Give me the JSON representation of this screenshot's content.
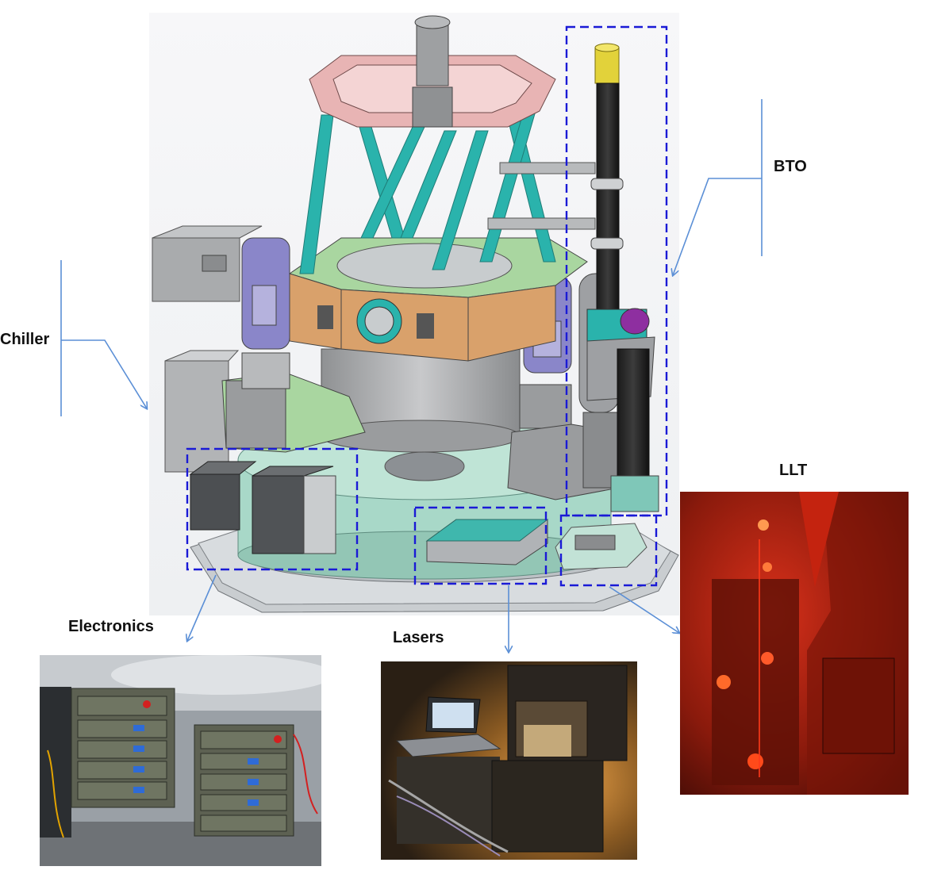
{
  "labels": {
    "chiller": "Chiller",
    "bto": "BTO",
    "llt": "LLT",
    "electronics": "Electronics",
    "lasers": "Lasers"
  },
  "colors": {
    "callout_line": "#5b8fd6",
    "dashed_box": "#1a1ad6",
    "truss": "#2ab3ac",
    "ring": "#e8b4b4",
    "purple_housing": "#8a86c9",
    "orange_panel": "#d9a16b",
    "green_panel": "#a9d6a0",
    "base_teal": "#a8d8c8",
    "laser_glow": "#ff3a1a"
  }
}
